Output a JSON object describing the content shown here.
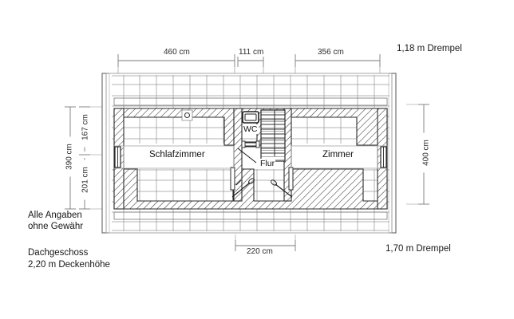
{
  "drawing": {
    "title_note_1": "Alle Angaben",
    "title_note_2": "ohne Gewähr",
    "floor_label": "Dachgeschoss",
    "ceiling_height": "2,20 m Deckenhöhe",
    "drempel_top": "1,18 m Drempel",
    "drempel_bottom": "1,70 m Drempel"
  },
  "rooms": [
    {
      "id": "schlafzimmer",
      "label": "Schlafzimmer"
    },
    {
      "id": "wc",
      "label": "WC"
    },
    {
      "id": "flur",
      "label": "Flur"
    },
    {
      "id": "zimmer",
      "label": "Zimmer"
    }
  ],
  "dimensions": {
    "top": [
      {
        "id": "top-460",
        "value": "460 cm"
      },
      {
        "id": "top-111",
        "value": "111 cm"
      },
      {
        "id": "top-356",
        "value": "356 cm"
      }
    ],
    "bottom": [
      {
        "id": "bottom-220",
        "value": "220 cm"
      }
    ],
    "left_outer": [
      {
        "id": "left-390",
        "value": "390 cm"
      }
    ],
    "left_inner": [
      {
        "id": "left-167",
        "value": "167 cm"
      },
      {
        "id": "left-201",
        "value": "201 cm"
      }
    ],
    "right": [
      {
        "id": "right-400",
        "value": "400 cm"
      }
    ]
  },
  "colors": {
    "line": "#2a2a2a",
    "thin_line": "#6e6e6e",
    "hatch": "#333333",
    "dim_line": "#7a7a7a",
    "background": "#ffffff"
  }
}
